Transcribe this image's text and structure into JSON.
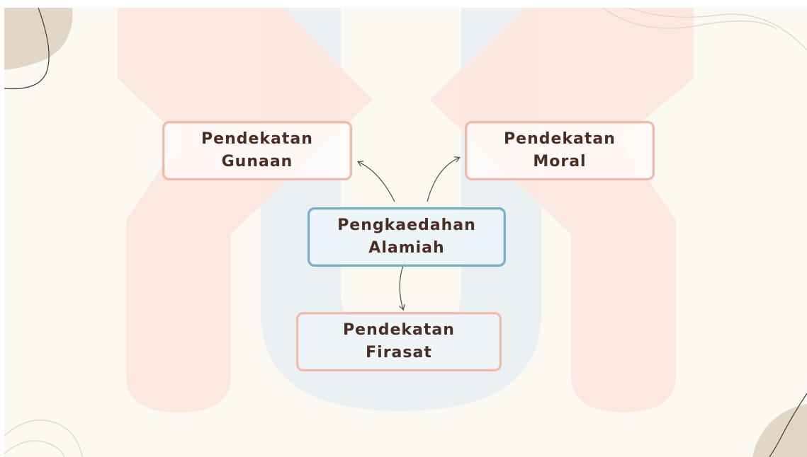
{
  "diagram": {
    "center": {
      "label": "Pengkaedahan\nAlamiah"
    },
    "branches": [
      {
        "id": "gunaan",
        "label": "Pendekatan\nGunaan"
      },
      {
        "id": "moral",
        "label": "Pendekatan\nMoral"
      },
      {
        "id": "firasat",
        "label": "Pendekatan\nFirasat"
      }
    ]
  },
  "colors": {
    "background": "#fbf9f1",
    "text": "#4a2e24",
    "pink_border": "#f1b9ab",
    "blue_border": "#79aec3",
    "arrow": "#5a4a44",
    "watermark_pink": "#fbe7df",
    "watermark_blue": "#e6eff2",
    "corner_blob": "#e2d6c6"
  }
}
